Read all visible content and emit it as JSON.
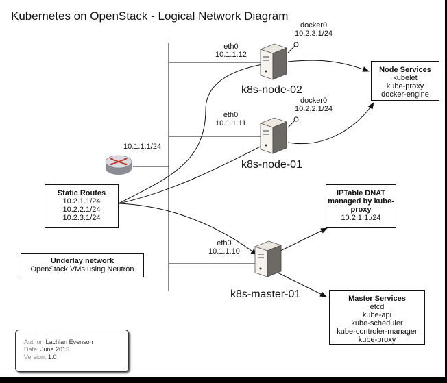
{
  "title": "Kubernetes on OpenStack - Logical Network Diagram",
  "router": {
    "label": "10.1.1.1/24"
  },
  "nodes": [
    {
      "name": "k8s-node-02",
      "eth_name": "eth0",
      "eth_ip": "10.1.1.12",
      "docker_name": "docker0",
      "docker_ip": "10.2.3.1/24"
    },
    {
      "name": "k8s-node-01",
      "eth_name": "eth0",
      "eth_ip": "10.1.1.11",
      "docker_name": "docker0",
      "docker_ip": "10.2.2.1/24"
    },
    {
      "name": "k8s-master-01",
      "eth_name": "eth0",
      "eth_ip": "10.1.1.10"
    }
  ],
  "static_routes": {
    "title": "Static Routes",
    "routes": [
      "10.2.1.1/24",
      "10.2.2.1/24",
      "10.2.3.1/24"
    ]
  },
  "underlay": {
    "title": "Underlay network",
    "desc": "OpenStack VMs using Neutron"
  },
  "node_services": {
    "title": "Node Services",
    "items": [
      "kubelet",
      "kube-proxy",
      "docker-engine"
    ]
  },
  "iptable": {
    "title_lines": [
      "IPTable DNAT",
      "managed by kube-",
      "proxy"
    ],
    "ip": "10.2.1.1./24"
  },
  "master_services": {
    "title": "Master Services",
    "items": [
      "etcd",
      "kube-api",
      "kube-scheduler",
      "kube-controler-manager",
      "kube-proxy"
    ]
  },
  "info": [
    {
      "key": "Author:",
      "value": "Lachlan Evenson"
    },
    {
      "key": "Date:",
      "value": "June  2015"
    },
    {
      "key": "Version:",
      "value": "1.0"
    }
  ]
}
